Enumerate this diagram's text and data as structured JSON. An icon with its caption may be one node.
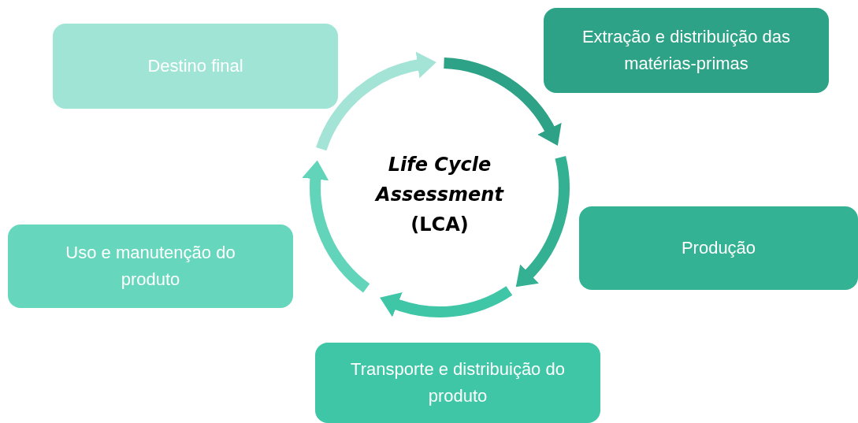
{
  "diagram": {
    "nodes": [
      {
        "text": [
          "Destino final"
        ]
      },
      {
        "text": [
          "Extração e distribuição das matérias-primas"
        ]
      },
      {
        "text": [
          "Produção"
        ]
      },
      {
        "text": [
          "Uso e manutenção do produto"
        ]
      },
      {
        "text": [
          "Transporte e distribuição do produto"
        ]
      }
    ],
    "labels": [
      "*Life Cycle Assessment* (LCA)"
    ]
  }
}
